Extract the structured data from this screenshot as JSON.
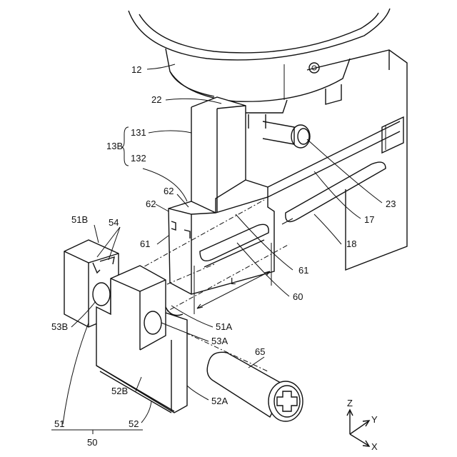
{
  "labels": {
    "l12": "12",
    "l22": "22",
    "l131": "131",
    "l13B": "13B",
    "l132": "132",
    "l62a": "62",
    "l62b": "62",
    "l61a": "61",
    "l51B": "51B",
    "l54": "54",
    "l53B": "53B",
    "l23": "23",
    "l17": "17",
    "l18": "18",
    "l61b": "61",
    "l60": "60",
    "lL": "L",
    "l51A": "51A",
    "l53A": "53A",
    "l65": "65",
    "l52B": "52B",
    "l52A": "52A",
    "l51": "51",
    "l52": "52",
    "l50": "50"
  },
  "axes": {
    "z": "Z",
    "y": "Y",
    "x": "X"
  }
}
